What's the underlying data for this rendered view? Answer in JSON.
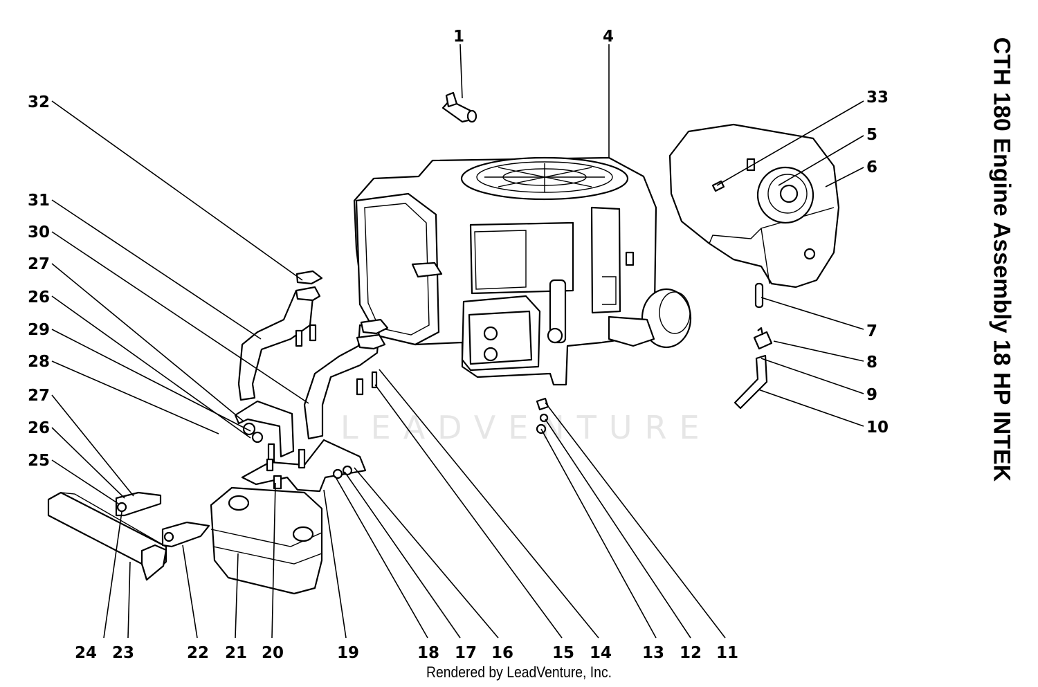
{
  "title": "CTH 180 Engine Assembly 18 HP INTEK",
  "footer": "Rendered by LeadVenture, Inc.",
  "watermark": "LEADVENTURE",
  "colors": {
    "ink": "#000000",
    "watermark": "#e6e6e6",
    "background": "#ffffff"
  },
  "callouts": {
    "c1": "1",
    "c4": "4",
    "c32": "32",
    "c33": "33",
    "c5": "5",
    "c6": "6",
    "c31": "31",
    "c30": "30",
    "c27a": "27",
    "c26a": "26",
    "c29": "29",
    "c28": "28",
    "c27b": "27",
    "c26b": "26",
    "c25": "25",
    "c7": "7",
    "c8": "8",
    "c9": "9",
    "c10": "10",
    "c24": "24",
    "c23": "23",
    "c22": "22",
    "c21": "21",
    "c20": "20",
    "c19": "19",
    "c18": "18",
    "c17": "17",
    "c16": "16",
    "c15": "15",
    "c14": "14",
    "c13": "13",
    "c12": "12",
    "c11": "11"
  }
}
